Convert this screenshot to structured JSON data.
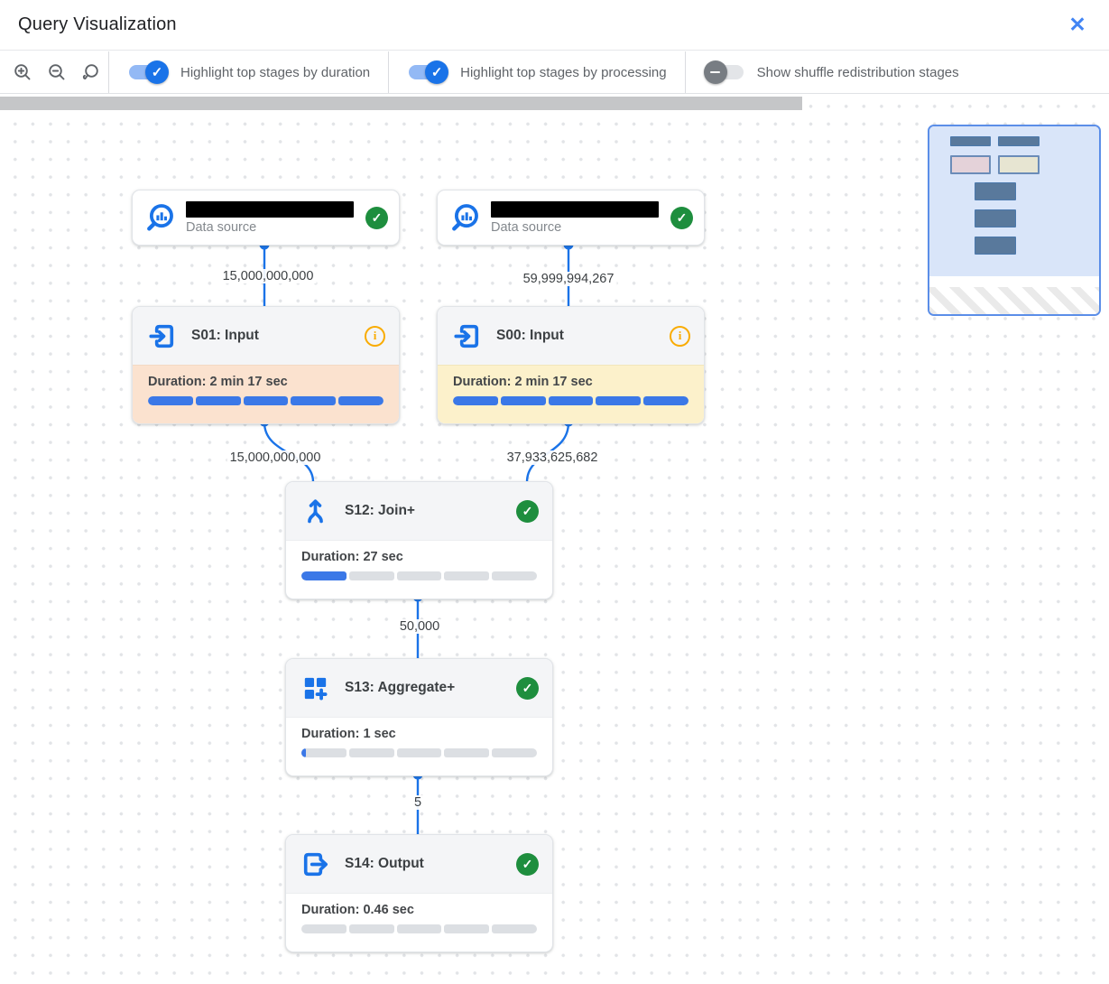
{
  "header": {
    "title": "Query Visualization"
  },
  "icons": {
    "close": "✕",
    "check": "✓",
    "info": "i"
  },
  "toolbar": {
    "toggles": [
      {
        "label": "Highlight top stages by duration",
        "on": true
      },
      {
        "label": "Highlight top stages by processing",
        "on": true
      },
      {
        "label": "Show shuffle redistribution stages",
        "on": false
      }
    ]
  },
  "graph": {
    "data_sources": [
      {
        "label": "Data source",
        "status": "completed",
        "name_redacted": true
      },
      {
        "label": "Data source",
        "status": "completed",
        "name_redacted": true
      }
    ],
    "stages": [
      {
        "id": "S01",
        "title": "S01: Input",
        "duration": "Duration: 2 min 17 sec",
        "progress_pct": 100,
        "icon": "input-icon",
        "highlight": "duration",
        "status": "info"
      },
      {
        "id": "S00",
        "title": "S00: Input",
        "duration": "Duration: 2 min 17 sec",
        "progress_pct": 100,
        "icon": "input-icon",
        "highlight": "processing",
        "status": "info"
      },
      {
        "id": "S12",
        "title": "S12: Join+",
        "duration": "Duration: 27 sec",
        "progress_pct": 20,
        "icon": "join-icon",
        "highlight": "none",
        "status": "completed"
      },
      {
        "id": "S13",
        "title": "S13: Aggregate+",
        "duration": "Duration: 1 sec",
        "progress_pct": 2,
        "icon": "aggregate-icon",
        "highlight": "none",
        "status": "completed"
      },
      {
        "id": "S14",
        "title": "S14: Output",
        "duration": "Duration: 0.46 sec",
        "progress_pct": 0,
        "icon": "output-icon",
        "highlight": "none",
        "status": "completed"
      }
    ],
    "edge_labels": {
      "ds1_s01": "15,000,000,000",
      "ds2_s00": "59,999,994,267",
      "s01_s12": "15,000,000,000",
      "s00_s12": "37,933,625,682",
      "s12_s13": "50,000",
      "s13_s14": "5"
    }
  },
  "colors": {
    "accent": "#1a73e8",
    "success_green": "#1e8e3e",
    "info_orange": "#f9ab00",
    "duration_highlight": "#fbe2cf",
    "processing_highlight": "#fcf1cb",
    "progress_blue": "#3b78e7"
  }
}
